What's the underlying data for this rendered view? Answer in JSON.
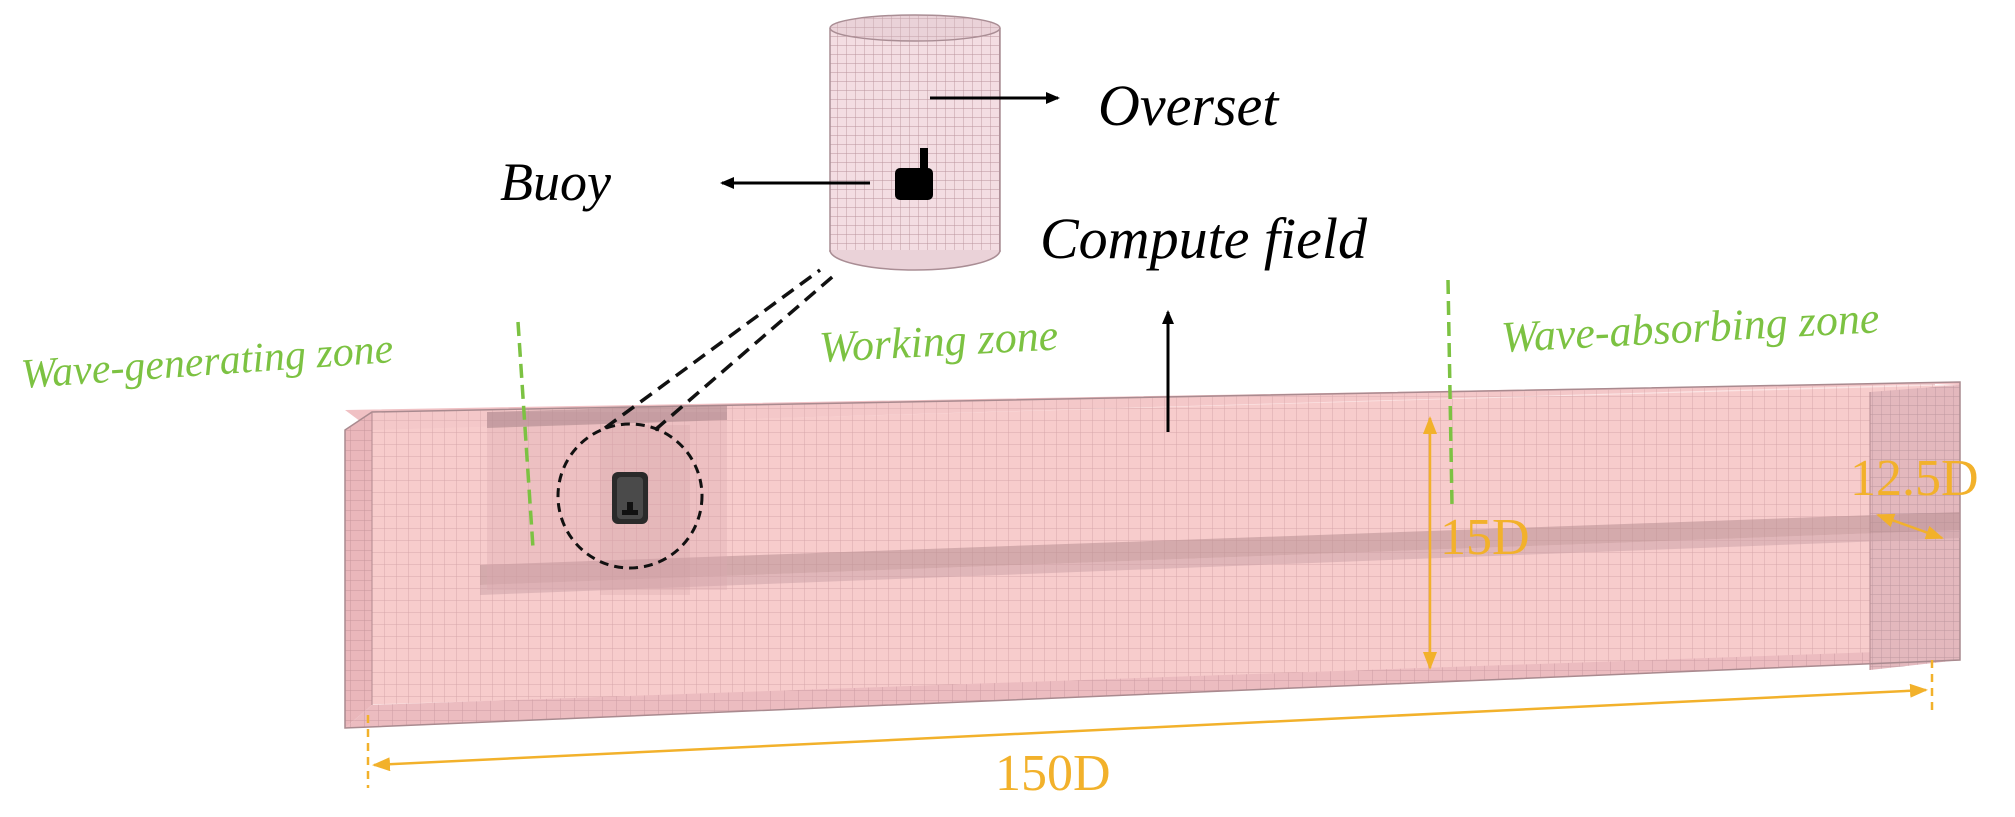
{
  "labels": {
    "overset": "Overset",
    "buoy": "Buoy",
    "compute_field": "Compute field",
    "wave_generating_zone": "Wave-generating zone",
    "working_zone": "Working zone",
    "wave_absorbing_zone": "Wave-absorbing zone"
  },
  "dimensions": {
    "length": "150D",
    "height": "15D",
    "width": "12.5D"
  },
  "colors": {
    "mesh_fill": "#f7c9c9",
    "mesh_line": "#c99aa0",
    "zone_label": "#7cc242",
    "dimension": "#f2b12b",
    "text": "#000000"
  }
}
